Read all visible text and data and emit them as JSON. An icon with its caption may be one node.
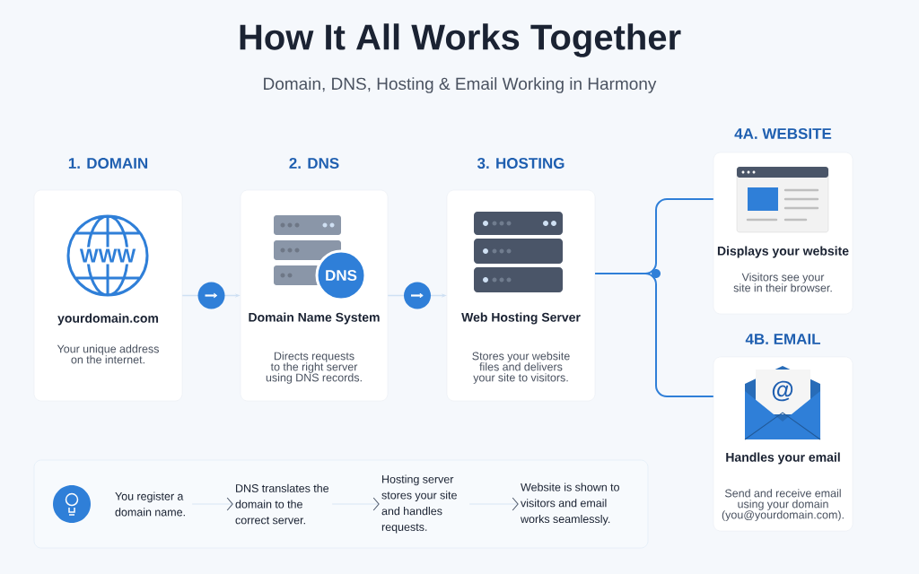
{
  "diagram": {
    "title": "How It All Works Together",
    "caption": "Domain, DNS, Hosting & Email Working in Harmony",
    "nodes": [
      {
        "text": [
          "1. DOMAIN",
          "WWW",
          "yourdomain.com",
          "Your unique address on the internet."
        ]
      },
      {
        "text": [
          "2. DNS",
          "DNS",
          "Domain Name System",
          "Directs requests to the right server using DNS records."
        ]
      },
      {
        "text": [
          "3. HOSTING",
          "Web Hosting Server",
          "Stores your website files and delivers your site to visitors."
        ]
      },
      {
        "text": [
          "4A. WEBSITE",
          "Displays your website",
          "Visitors see your site in their browser."
        ]
      },
      {
        "text": [
          "4B. EMAIL",
          "@",
          "Handles your email",
          "Send and receive email using your domain (you@yourdomain.com)."
        ]
      },
      {
        "text": [],
        "shape": "box"
      },
      {
        "text": [
          "You register a domain name."
        ],
        "in": 5
      },
      {
        "text": [
          "DNS translates the domain to the correct server."
        ],
        "in": 5
      },
      {
        "text": [
          "Hosting server stores your site and handles requests."
        ],
        "in": 5
      },
      {
        "text": [
          "Website is shown to visitors and email works seamlessly."
        ],
        "in": 5
      }
    ],
    "edges": [
      {
        "from": 0,
        "to": 1,
        "arrow": "to",
        "color": "#cfe0f3"
      },
      {
        "from": 1,
        "to": 2,
        "arrow": "to",
        "color": "#cfe0f3"
      },
      {
        "from": 2,
        "to": 3,
        "arrow": "none",
        "color": "#2f7fd8"
      },
      {
        "from": 2,
        "to": 4,
        "arrow": "none",
        "color": "#2f7fd8"
      },
      {
        "from": 6,
        "to": 7,
        "arrow": "to"
      },
      {
        "from": 7,
        "to": 8,
        "arrow": "to"
      },
      {
        "from": 8,
        "to": 9,
        "arrow": "to"
      }
    ]
  }
}
